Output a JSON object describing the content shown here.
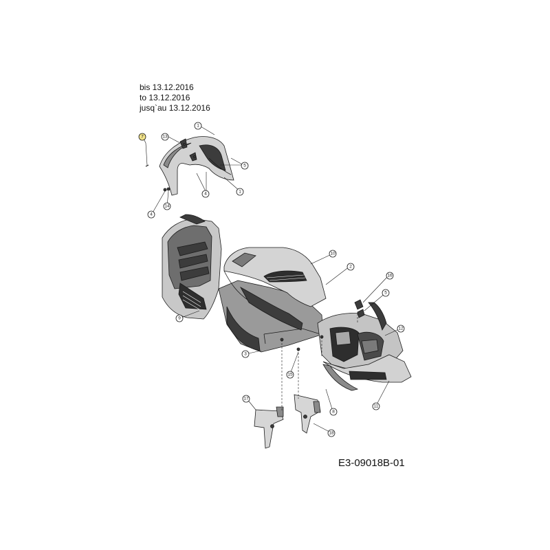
{
  "header": {
    "lines": [
      "bis 13.12.2016",
      "to 13.12.2016",
      "jusq`au 13.12.2016"
    ]
  },
  "doc_code": "E3-09018B-01",
  "colors": {
    "line": "#1a1a1a",
    "dark_fill": "#3c3c3c",
    "mid_fill": "#8a8a8a",
    "light_fill": "#cfcfcf",
    "highlight": "#f2e38a"
  },
  "callouts": [
    {
      "id": "c7",
      "label": "7",
      "highlight": true
    },
    {
      "id": "c13",
      "label": "13"
    },
    {
      "id": "c1a",
      "label": "1"
    },
    {
      "id": "c5a",
      "label": "5"
    },
    {
      "id": "c4a",
      "label": "4"
    },
    {
      "id": "c1b",
      "label": "1"
    },
    {
      "id": "c4b",
      "label": "4"
    },
    {
      "id": "c14",
      "label": "14"
    },
    {
      "id": "c10",
      "label": "10"
    },
    {
      "id": "c2",
      "label": "2"
    },
    {
      "id": "c16",
      "label": "16"
    },
    {
      "id": "c5b",
      "label": "5"
    },
    {
      "id": "c12",
      "label": "12"
    },
    {
      "id": "c9",
      "label": "9"
    },
    {
      "id": "c3",
      "label": "3"
    },
    {
      "id": "c15",
      "label": "15"
    },
    {
      "id": "c17",
      "label": "17"
    },
    {
      "id": "c8",
      "label": "8"
    },
    {
      "id": "c11",
      "label": "11"
    },
    {
      "id": "c18",
      "label": "18"
    }
  ]
}
